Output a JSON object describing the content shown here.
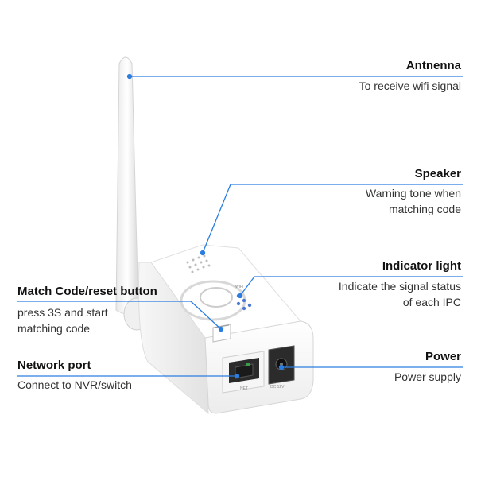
{
  "callouts": {
    "antenna": {
      "title": "Antnenna",
      "desc": "To receive wifi signal"
    },
    "speaker": {
      "title": "Speaker",
      "desc": "Warning tone when\nmatching code"
    },
    "indicator": {
      "title": "Indicator light",
      "desc": "Indicate the signal status\nof each IPC"
    },
    "match": {
      "title": "Match Code/reset button",
      "desc": "press 3S and start\nmatching code"
    },
    "network": {
      "title": "Network port",
      "desc": "Connect to NVR/switch"
    },
    "power": {
      "title": "Power",
      "desc": "Power supply"
    }
  },
  "device": {
    "port_label": "NET",
    "power_label": "DC 12V",
    "indicator_label": "WiFi"
  },
  "colors": {
    "leader_line": "#2a7de1",
    "device_body": "#f2f2f2",
    "port": "#2b2b2b"
  }
}
